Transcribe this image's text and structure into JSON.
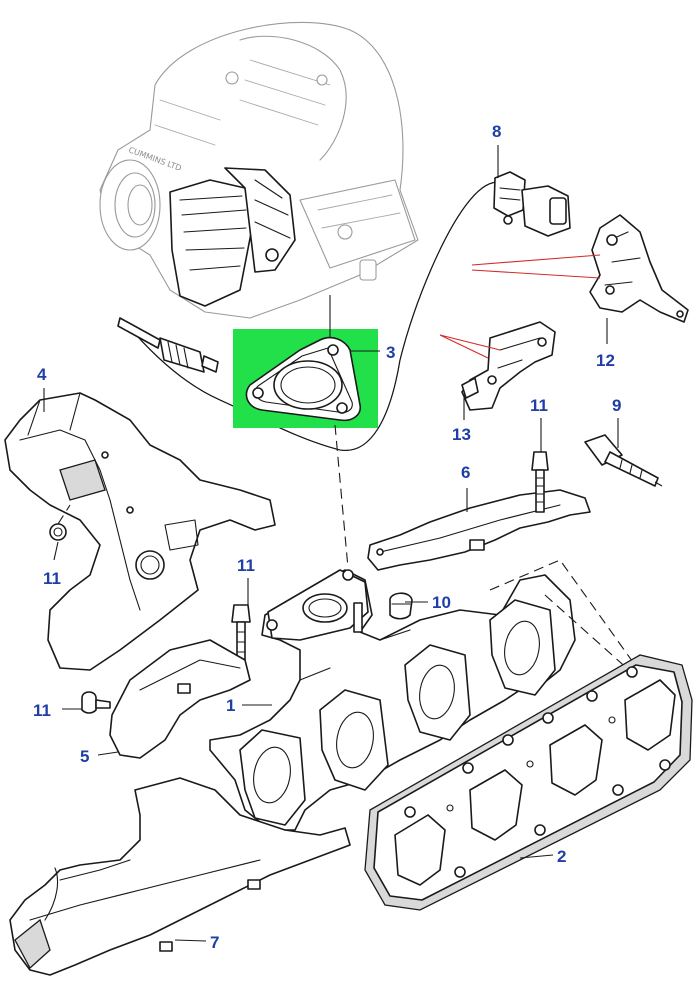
{
  "colors": {
    "callout": "#1f3fa6",
    "highlight": "#22e04a",
    "line": "#1a1a1a",
    "ghost_line": "#9a9a9a",
    "reference_line": "#d42a2a"
  },
  "callouts": [
    {
      "id": "1",
      "label": "1"
    },
    {
      "id": "2",
      "label": "2"
    },
    {
      "id": "3",
      "label": "3"
    },
    {
      "id": "4",
      "label": "4"
    },
    {
      "id": "5",
      "label": "5"
    },
    {
      "id": "6",
      "label": "6"
    },
    {
      "id": "7",
      "label": "7"
    },
    {
      "id": "8",
      "label": "8"
    },
    {
      "id": "9",
      "label": "9"
    },
    {
      "id": "10",
      "label": "10"
    },
    {
      "id": "11a",
      "label": "11"
    },
    {
      "id": "11b",
      "label": "11"
    },
    {
      "id": "11c",
      "label": "11"
    },
    {
      "id": "11d",
      "label": "11"
    },
    {
      "id": "12",
      "label": "12"
    },
    {
      "id": "13",
      "label": "13"
    }
  ],
  "turbo_casting_text": "CUMMINS LTD",
  "highlighted_part": "3"
}
